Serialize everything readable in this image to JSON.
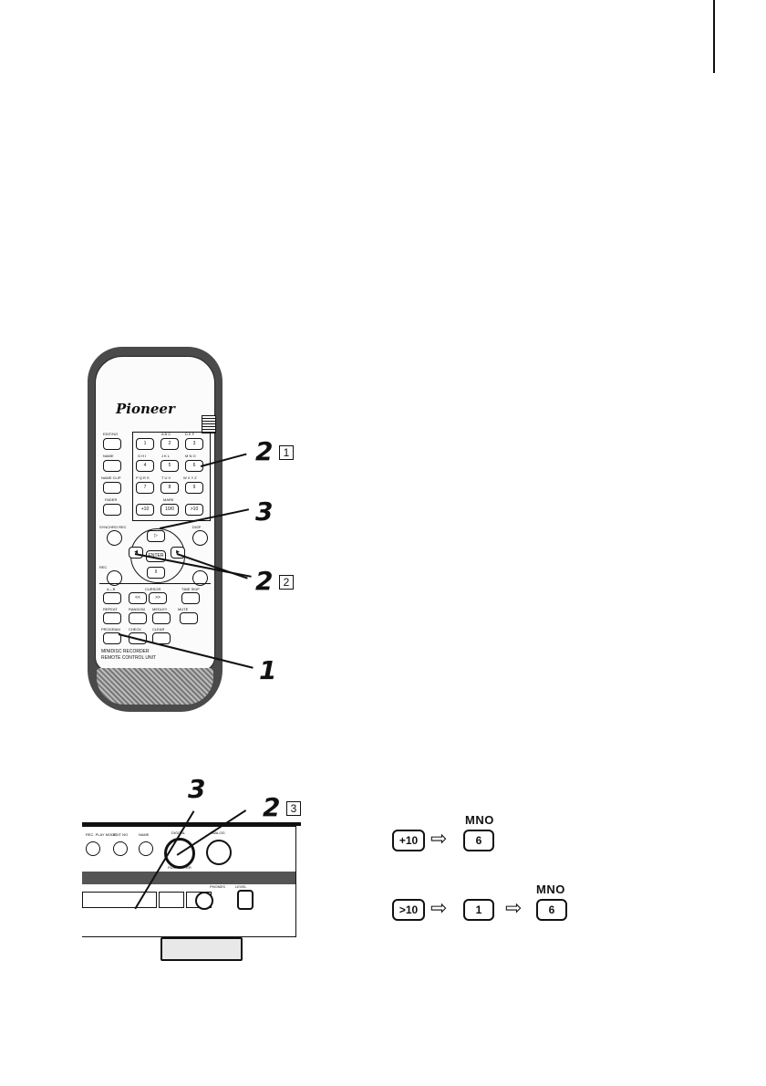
{
  "remote": {
    "brand": "Pioneer",
    "buttons": {
      "edit_no": "EDIT/NO",
      "name": "NAME",
      "name_clip": "NAME CLIP",
      "fader": "FADER",
      "synchro_rec": "SYNCHRO REC",
      "disp": "DISP",
      "rec": "REC",
      "a_b": "A↔B",
      "cursor": "CURSOR",
      "time_skip": "TIME SKIP",
      "repeat": "REPEAT",
      "random": "RANDOM",
      "medley": "MEDLEY",
      "mute": "MUTE",
      "program": "PROGRAM",
      "check": "CHECK",
      "clear": "CLEAR",
      "enter": "ENTER",
      "n1": "1",
      "n2": "2",
      "n3": "3",
      "n4": "4",
      "n5": "5",
      "n6": "6",
      "n7": "7",
      "n8": "8",
      "n9": "9",
      "plus10": "+10",
      "n10": "10/0",
      "gt10": ">10",
      "mark": "MARK"
    },
    "letters": {
      "abc": "A B C",
      "def": "D E F",
      "ghi": "G H I",
      "jkl": "J K L",
      "mno": "M N O",
      "pqrs": "P Q R S",
      "tuv": "T U V",
      "wxyz": "W X Y Z"
    },
    "footer_line1": "MINIDISC RECORDER",
    "footer_line2": "REMOTE CONTROL UNIT"
  },
  "callouts": {
    "c1_num": "2",
    "c1_box": "1",
    "c2_num": "3",
    "c3_num": "2",
    "c3_box": "2",
    "c4_num": "1",
    "c5_num": "3",
    "c6_num": "2",
    "c6_box": "3"
  },
  "deck": {
    "rec_play_mode": "REC, PLAY MODE",
    "edit_no": "EDIT NO",
    "name": "NAME",
    "digital": "DIGITAL",
    "analog": "ANALOG",
    "push_enter": "PUSH ENTER",
    "phones": "PHONES",
    "level": "LEVEL"
  },
  "sequence_a": {
    "key1": "+10",
    "key2": "6",
    "label": "MNO"
  },
  "sequence_b": {
    "key1": ">10",
    "key2": "1",
    "key3": "6",
    "label": "MNO"
  }
}
